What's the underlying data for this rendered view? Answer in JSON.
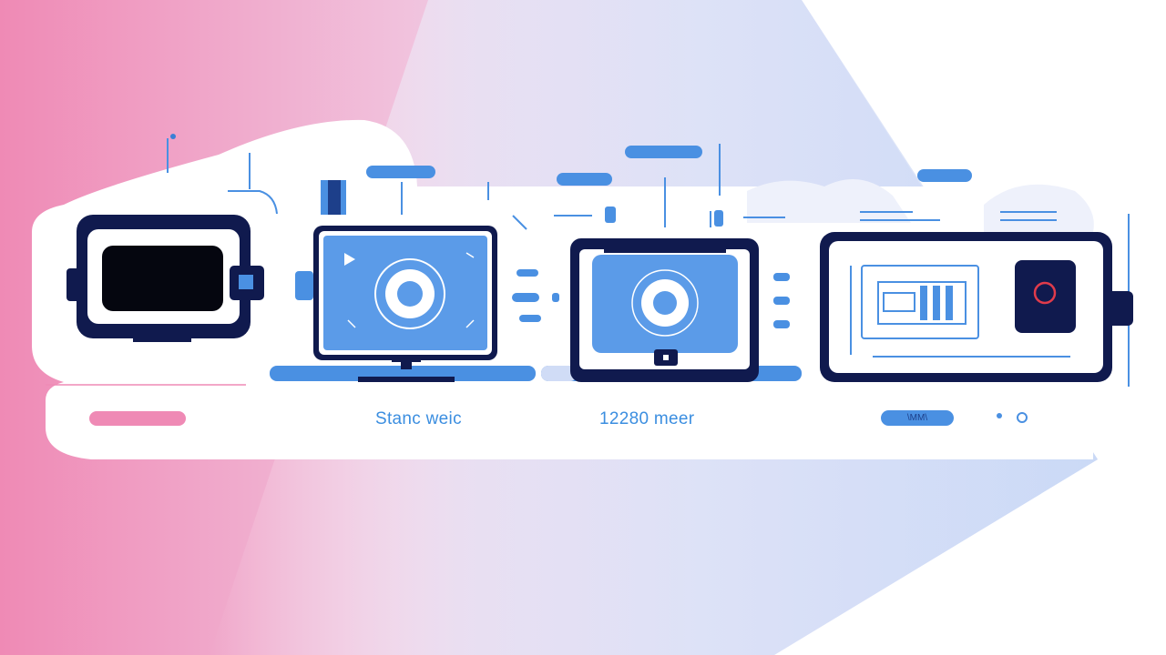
{
  "captions": {
    "item_2": "Stanc weic",
    "item_3": "12280  meer"
  },
  "badge": {
    "label": "\\MM\\"
  },
  "colors": {
    "pink": "#ef8ab5",
    "blue": "#4a90e2",
    "light_blue": "#cfdcf8",
    "navy": "#101a4e",
    "red_accent": "#e03b4b",
    "white": "#ffffff"
  },
  "icons": [
    "battery-device-icon",
    "video-monitor-icon",
    "tablet-camera-icon",
    "display-panel-icon"
  ]
}
